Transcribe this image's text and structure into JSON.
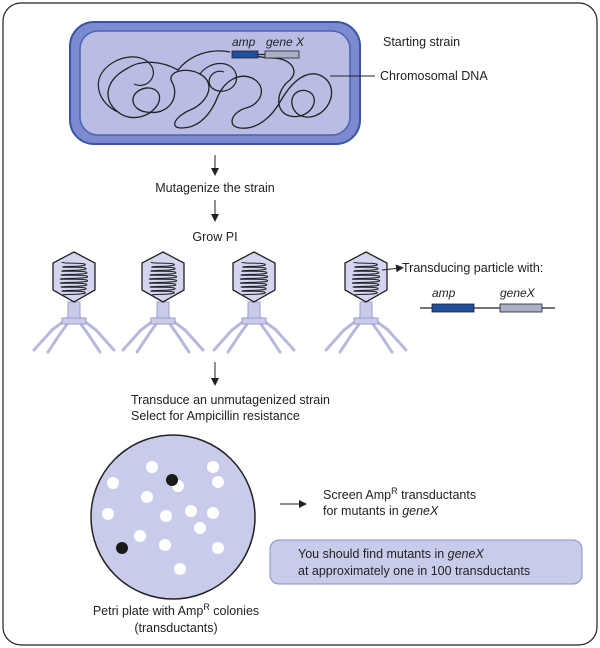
{
  "cell": {
    "gene_amp": "amp",
    "gene_x": "gene X",
    "label_strain": "Starting strain",
    "label_dna": "Chromosomal DNA",
    "fill": "#b9bde4",
    "border": "#4a62b4"
  },
  "steps": {
    "mutagenize": "Mutagenize the strain",
    "grow": "Grow PI",
    "transduce_line1": "Transduce an unmutagenized strain",
    "transduce_line2": "Select for Ampicillin resistance"
  },
  "phages": {
    "count": 4,
    "particle_label": "Transducing particle with:",
    "fragment_amp": "amp",
    "fragment_genex": "geneX",
    "head_fill": "#d3d6ee"
  },
  "plate": {
    "fill": "#c9cbeb",
    "caption_line1_pre": "Petri plate with Amp",
    "caption_line1_sup": "R",
    "caption_line1_post": " colonies",
    "caption_line2": "(transductants)",
    "white_colonies": 15,
    "black_colonies": 2
  },
  "screen": {
    "line1_pre": "Screen Amp",
    "line1_sup": "R",
    "line1_post": " transductants",
    "line2_pre": "for mutants in ",
    "line2_italic": "geneX"
  },
  "callout": {
    "line1_pre": "You should find mutants in ",
    "line1_italic": "geneX",
    "line2": "at approximately one in 100 transductants",
    "fill": "#c9cbeb"
  },
  "colors": {
    "amp_block": "#1f4f9e",
    "genex_block": "#a9b0c8",
    "line": "#222222"
  }
}
